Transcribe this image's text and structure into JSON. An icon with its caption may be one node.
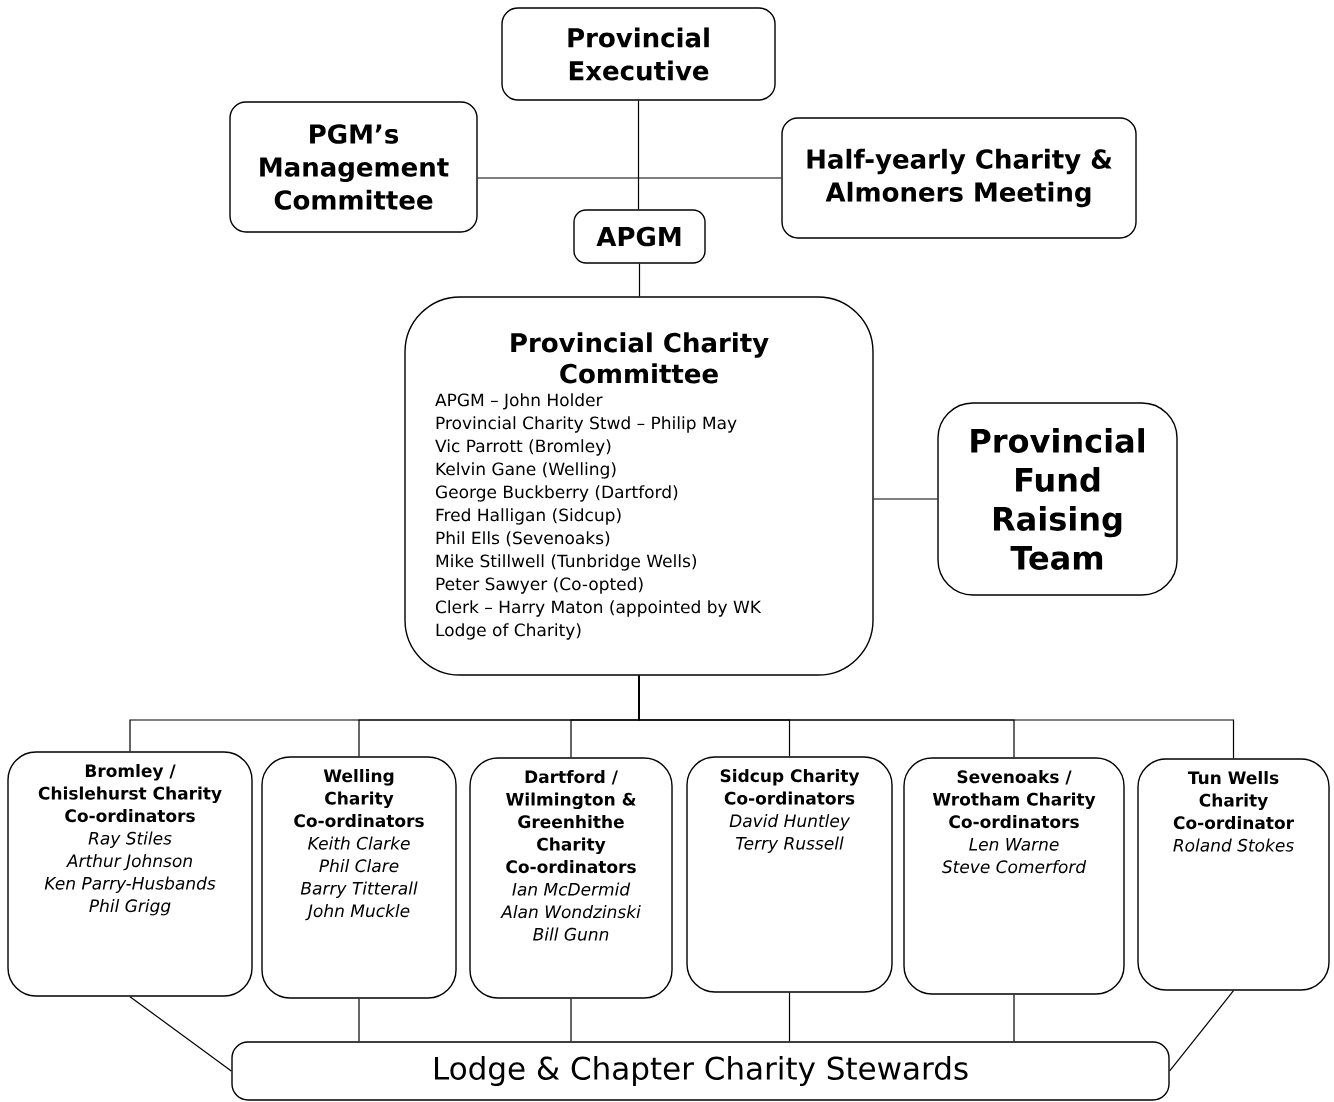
{
  "diagram": {
    "nodes": [
      {
        "text": [
          "Provincial Executive"
        ]
      },
      {
        "text": [
          "PGM’s Management Committee"
        ]
      },
      {
        "text": [
          "Half-yearly Charity & Almoners Meeting"
        ]
      },
      {
        "text": [
          "APGM"
        ]
      },
      {
        "text": [
          "Provincial Charity Committee",
          "APGM – John Holder",
          "Provincial Charity Stwd – Philip May",
          "Vic Parrott (Bromley)",
          "Kelvin Gane (Welling)",
          "George Buckberry (Dartford)",
          "Fred Halligan (Sidcup)",
          "Phil Ells (Sevenoaks)",
          "Mike Stillwell (Tunbridge Wells)",
          "Peter Sawyer (Co-opted)",
          "Clerk – Harry Maton (appointed by WK Lodge of Charity)"
        ]
      },
      {
        "text": [
          "Provincial Fund Raising Team"
        ]
      },
      {
        "text": [
          "Bromley / Chislehurst Charity Co-ordinators",
          "Ray Stiles",
          "Arthur Johnson",
          "Ken Parry-Husbands",
          "Phil Grigg"
        ]
      },
      {
        "text": [
          "Welling Charity Co-ordinators",
          "Keith Clarke",
          "Phil Clare",
          "Barry Titterall",
          "John Muckle"
        ]
      },
      {
        "text": [
          "Dartford / Wilmington & Greenhithe Charity Co-ordinators",
          "Ian McDermid",
          "Alan Wondzinski",
          "Bill Gunn"
        ]
      },
      {
        "text": [
          "Sidcup Charity Co-ordinators",
          "David Huntley",
          "Terry Russell"
        ]
      },
      {
        "text": [
          "Sevenoaks / Wrotham Charity Co-ordinators",
          "Len Warne",
          "Steve Comerford"
        ]
      },
      {
        "text": [
          "Tun Wells Charity Co-ordinator",
          "Roland Stokes"
        ]
      },
      {
        "text": [
          "Lodge & Chapter Charity Stewards"
        ]
      }
    ],
    "edges": [
      {
        "from": 0,
        "to": 3,
        "arrow": "none"
      },
      {
        "from": 1,
        "to": 2,
        "arrow": "none"
      },
      {
        "from": 3,
        "to": 4,
        "arrow": "none"
      },
      {
        "from": 4,
        "to": 5,
        "arrow": "none"
      },
      {
        "from": 4,
        "to": 6,
        "arrow": "none"
      },
      {
        "from": 4,
        "to": 7,
        "arrow": "none"
      },
      {
        "from": 4,
        "to": 8,
        "arrow": "none"
      },
      {
        "from": 4,
        "to": 9,
        "arrow": "none"
      },
      {
        "from": 4,
        "to": 10,
        "arrow": "none"
      },
      {
        "from": 4,
        "to": 11,
        "arrow": "none"
      },
      {
        "from": 6,
        "to": 12,
        "arrow": "none"
      },
      {
        "from": 7,
        "to": 12,
        "arrow": "none"
      },
      {
        "from": 8,
        "to": 12,
        "arrow": "none"
      },
      {
        "from": 9,
        "to": 12,
        "arrow": "none"
      },
      {
        "from": 10,
        "to": 12,
        "arrow": "none"
      },
      {
        "from": 11,
        "to": 12,
        "arrow": "none"
      }
    ]
  }
}
